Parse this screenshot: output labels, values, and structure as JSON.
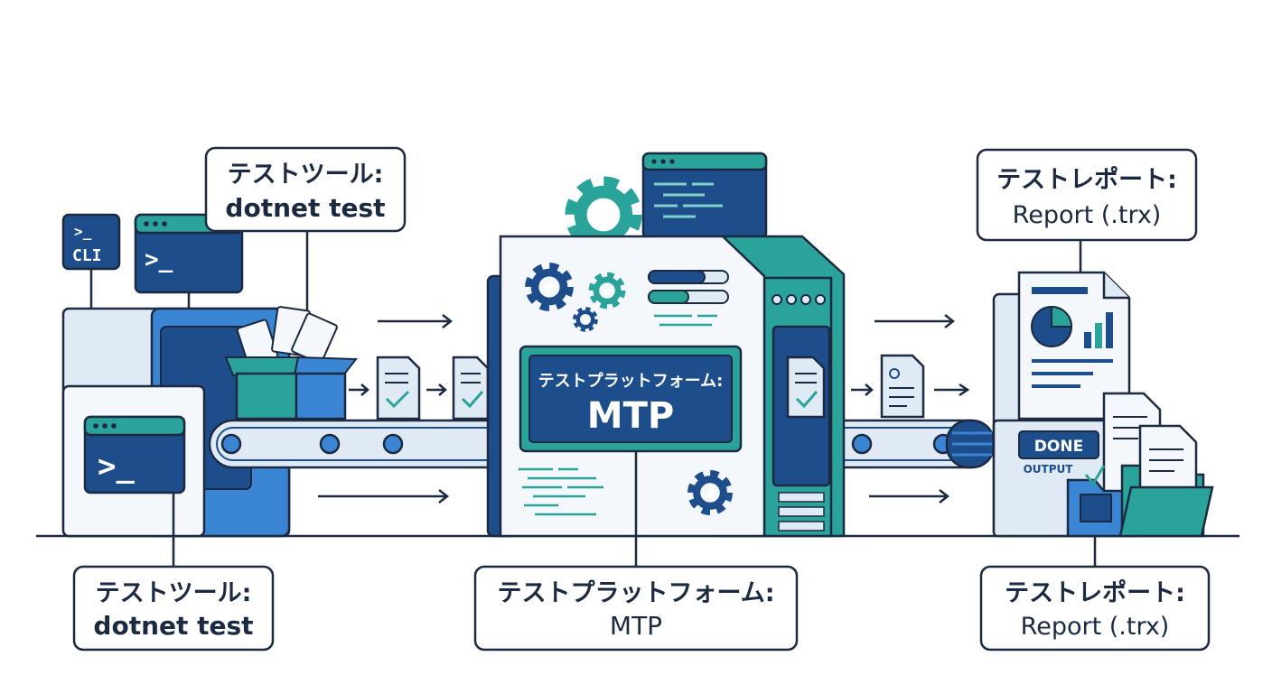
{
  "colors": {
    "navy": "#1b2a41",
    "blue_dark": "#1e4d8c",
    "blue_mid": "#3a86d4",
    "blue_light": "#dfeaf5",
    "teal": "#2aa39a",
    "teal_light": "#cdeeea",
    "paper": "#f4f7fb"
  },
  "labels": {
    "tool_top": {
      "line1": "テストツール:",
      "line2": "dotnet test"
    },
    "tool_bottom": {
      "line1": "テストツール:",
      "line2": "dotnet test"
    },
    "report_top": {
      "line1": "テストレポート:",
      "line2": "Report (.trx)"
    },
    "report_bottom": {
      "line1": "テストレポート:",
      "line2": "Report (.trx)"
    },
    "platform_bottom": {
      "line1": "テストプラットフォーム:",
      "line2": "MTP"
    }
  },
  "machine_screen": {
    "line1": "テストプラットフォーム:",
    "line2": "MTP"
  },
  "terminal": {
    "cli_prompt": ">_",
    "cli_label": "CLI",
    "prompt": ">_"
  },
  "output_panel": {
    "done": "DONE",
    "output": "OUTPUT"
  }
}
